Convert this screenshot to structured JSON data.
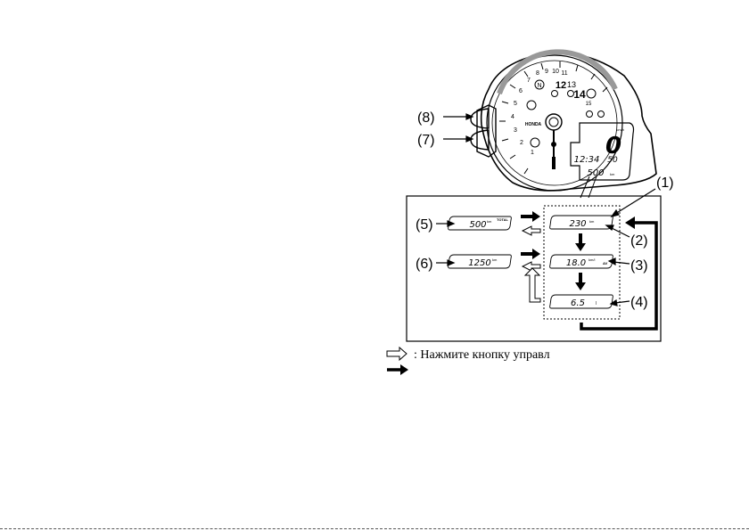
{
  "callouts": {
    "c1": "(1)",
    "c2": "(2)",
    "c3": "(3)",
    "c4": "(4)",
    "c5": "(5)",
    "c6": "(6)",
    "c7": "(7)",
    "c8": "(8)"
  },
  "tacho_numbers": [
    "1",
    "2",
    "3",
    "4",
    "5",
    "6",
    "7",
    "8",
    "9",
    "10",
    "11",
    "12",
    "13",
    "14",
    "15"
  ],
  "gauge": {
    "brand": "HONDA",
    "gear_symbol": "N",
    "speed": "0",
    "speed_unit": "km/h",
    "clock": "12:34",
    "temp": "50",
    "odo_value": "500",
    "odo_unit": "km"
  },
  "displays": {
    "odometer": {
      "value": "500",
      "unit": "km",
      "tag": "TOTAL"
    },
    "trip": {
      "value": "1250",
      "unit": "km"
    },
    "fuel_range": {
      "value": "230",
      "unit": "km"
    },
    "avg_consumption": {
      "value": "18.0",
      "unit": "km/l",
      "tag": "AV"
    },
    "instant_consumption": {
      "value": "6.5",
      "unit": "l"
    }
  },
  "legend": {
    "open_arrow_text": ": Нажмите кнопку управл"
  },
  "colors": {
    "ink": "#000000",
    "background": "#ffffff"
  }
}
